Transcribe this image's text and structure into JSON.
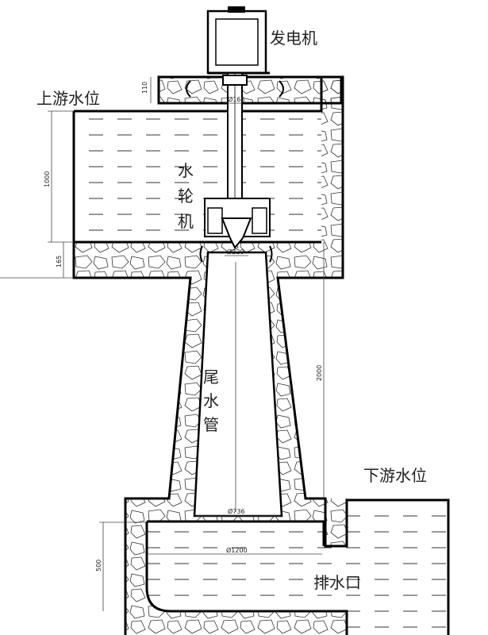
{
  "labels": {
    "generator": "发电机",
    "upstream_level": "上游水位",
    "turbine": [
      "水",
      "轮",
      "机"
    ],
    "draft_tube": [
      "尾",
      "水",
      "管"
    ],
    "downstream_level": "下游水位",
    "outlet": "排水口"
  },
  "dimensions": {
    "slab_height": "110",
    "shaft_diameter": "Ø165",
    "upper_water_depth": "1000",
    "upper_floor": "165",
    "inlet_diameter": "Ø220",
    "draft_tube_length": "2000",
    "draft_tube_outlet": "Ø736",
    "outlet_width": "Ø1200",
    "outlet_depth": "500"
  },
  "colors": {
    "line": "#000000",
    "background": "#ffffff"
  }
}
